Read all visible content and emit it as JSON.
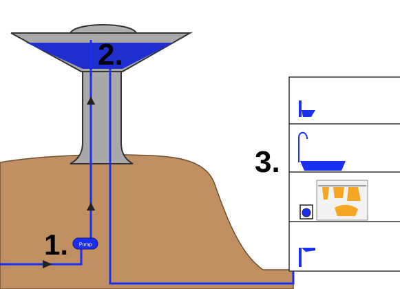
{
  "diagram": {
    "steps": [
      {
        "label": "1."
      },
      {
        "label": "2."
      },
      {
        "label": "3."
      }
    ],
    "pump_label": "Pump",
    "colors": {
      "ground": "#c08f62",
      "ground_outline": "#6f4f2f",
      "tower": "#a9a9a9",
      "water": "#1f2fcf",
      "pipe": "#1a2ff0",
      "arrow": "#222222",
      "building_outline": "#333333",
      "laundry": "#f5a623",
      "sky": "#ffffff"
    },
    "icons": [
      "tank-icon",
      "water-tower-icon",
      "pump-icon",
      "sink-icon",
      "shower-icon",
      "bathtub-icon",
      "washing-machine-icon",
      "laundry-icon",
      "tap-icon",
      "flow-arrow-icon"
    ]
  }
}
